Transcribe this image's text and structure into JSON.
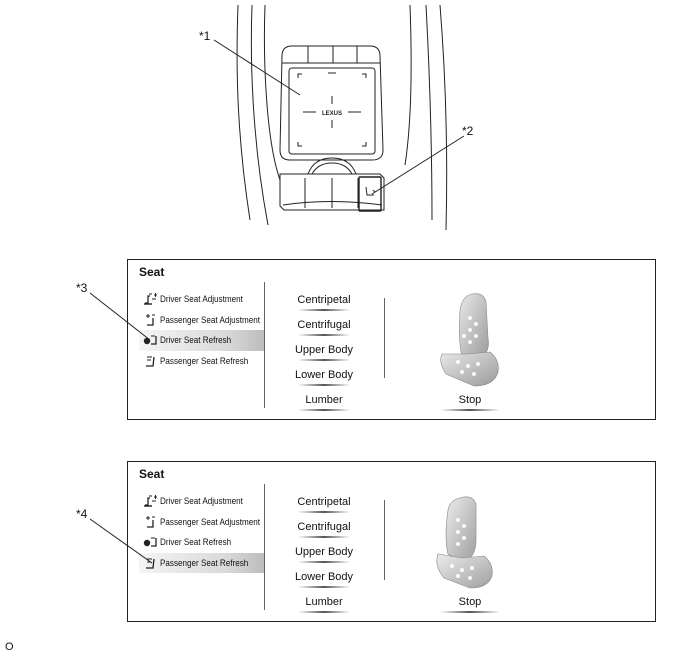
{
  "callouts": {
    "c1": "*1",
    "c2": "*2",
    "c3": "*3",
    "c4": "*4"
  },
  "dash_logo": "LEXUS",
  "panels": [
    {
      "title": "Seat",
      "menu": [
        {
          "label": "Driver Seat Adjustment",
          "icon": "driver-seat-adjust-icon",
          "selected": false
        },
        {
          "label": "Passenger Seat Adjustment",
          "icon": "passenger-seat-adjust-icon",
          "selected": false
        },
        {
          "label": "Driver Seat Refresh",
          "icon": "driver-seat-refresh-icon",
          "selected": true
        },
        {
          "label": "Passenger Seat Refresh",
          "icon": "passenger-seat-refresh-icon",
          "selected": false
        }
      ],
      "options": [
        "Centripetal",
        "Centrifugal",
        "Upper Body",
        "Lower Body",
        "Lumber"
      ],
      "stop": "Stop"
    },
    {
      "title": "Seat",
      "menu": [
        {
          "label": "Driver Seat Adjustment",
          "icon": "driver-seat-adjust-icon",
          "selected": false
        },
        {
          "label": "Passenger Seat Adjustment",
          "icon": "passenger-seat-adjust-icon",
          "selected": false
        },
        {
          "label": "Driver Seat Refresh",
          "icon": "driver-seat-refresh-icon",
          "selected": false
        },
        {
          "label": "Passenger Seat Refresh",
          "icon": "passenger-seat-refresh-icon",
          "selected": true
        }
      ],
      "options": [
        "Centripetal",
        "Centrifugal",
        "Upper Body",
        "Lower Body",
        "Lumber"
      ],
      "stop": "Stop"
    }
  ],
  "footer_code": "O"
}
